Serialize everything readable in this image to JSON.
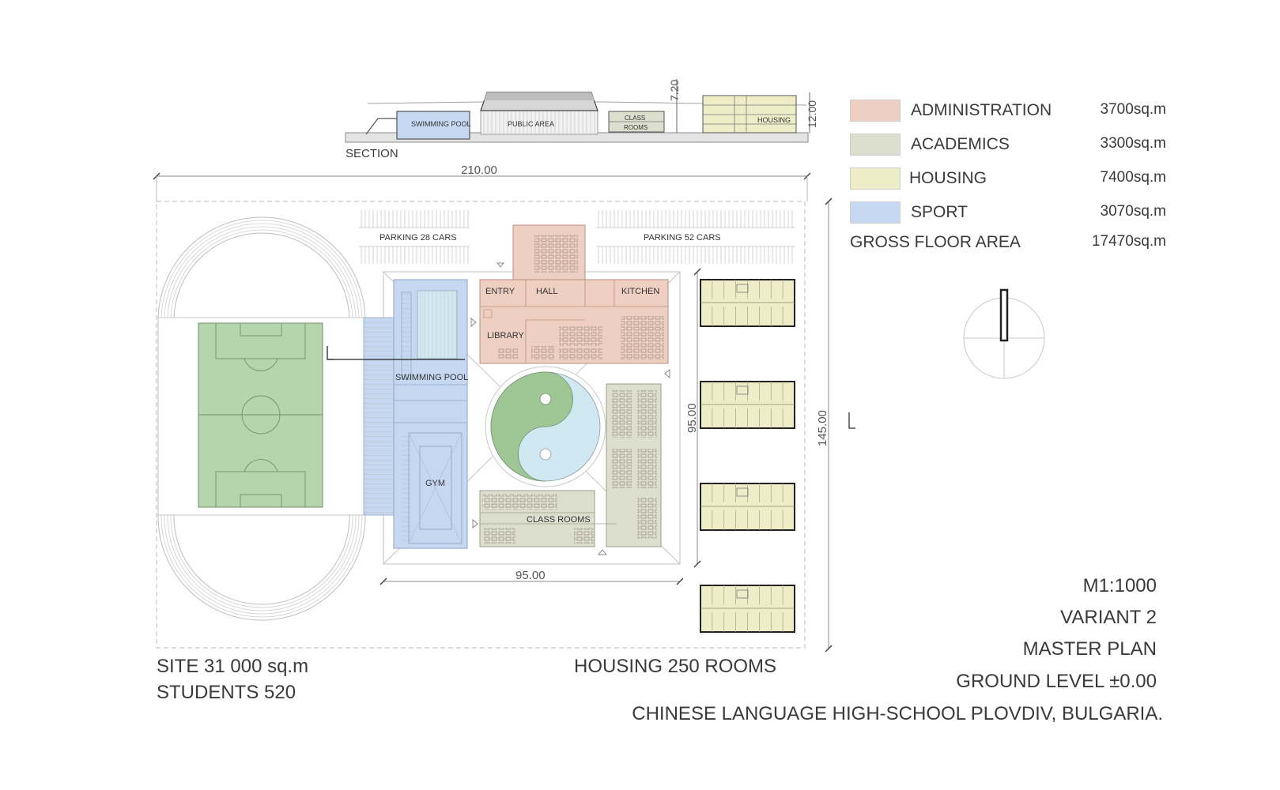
{
  "section": {
    "label": "SECTION",
    "swimming_pool": "SWIMMING POOL",
    "public_area": "PUBLIC AREA",
    "class_rooms_1": "CLASS",
    "class_rooms_2": "ROOMS",
    "housing": "HOUSING",
    "height_a": "7.20",
    "height_b": "12.00"
  },
  "dimensions": {
    "site_width": "210.00",
    "site_depth": "145.00",
    "court_width": "95.00",
    "court_depth": "95.00"
  },
  "plan_labels": {
    "parking_left": "PARKING 28 CARS",
    "parking_right": "PARKING 52 CARS",
    "entry": "ENTRY",
    "hall": "HALL",
    "kitchen": "KITCHEN",
    "library": "LIBRARY",
    "swimming_pool": "SWIMMING POOL",
    "gym": "GYM",
    "class_rooms": "CLASS ROOMS"
  },
  "legend": [
    {
      "name": "ADMINISTRATION",
      "value": "3700sq.m",
      "color": "#efcfc2"
    },
    {
      "name": "ACADEMICS",
      "value": "3300sq.m",
      "color": "#dcdfcd"
    },
    {
      "name": "HOUSING",
      "value": "7400sq.m",
      "color": "#efedc8"
    },
    {
      "name": "SPORT",
      "value": "3070sq.m",
      "color": "#c6d8f1"
    }
  ],
  "gross": {
    "label": "GROSS FLOOR AREA",
    "value": "17470sq.m"
  },
  "info": {
    "site": "SITE 31 000 sq.m",
    "students": "STUDENTS 520",
    "housing_rooms": "HOUSING 250 ROOMS",
    "scale": "M1:1000",
    "variant": "VARIANT 2",
    "plan_type": "MASTER PLAN",
    "level": "GROUND LEVEL ±0.00",
    "project": "CHINESE LANGUAGE HIGH-SCHOOL PLOVDIV, BULGARIA."
  },
  "colors": {
    "administration": "#efcfc2",
    "academics": "#dcdfcd",
    "housing": "#efedc8",
    "sport": "#c6d8f1",
    "field": "#b5d6ad",
    "water": "#cfe8f2",
    "yin": "#9fc695"
  }
}
